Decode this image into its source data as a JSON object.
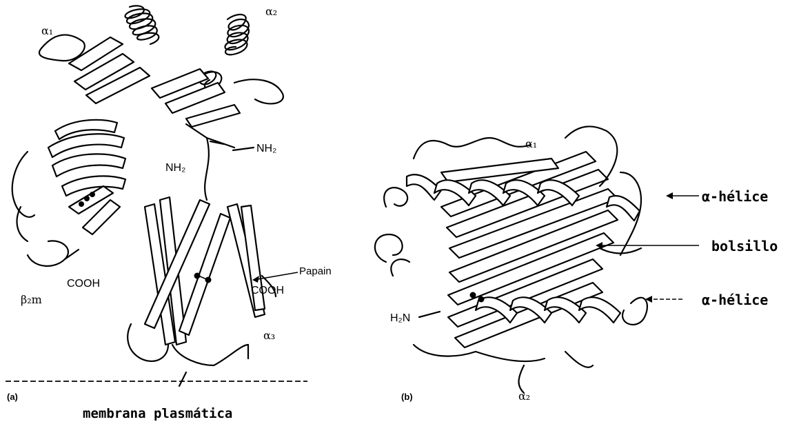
{
  "panel_a": {
    "panel_label": "(a)",
    "labels": {
      "alpha1": "α₁",
      "alpha2": "α₂",
      "alpha3": "α₃",
      "beta2m": "β₂m",
      "nh2_top": "NH₂",
      "nh2_mid": "NH₂",
      "cooh_left": "COOH",
      "cooh_right": "COOH",
      "papain": "Papain"
    },
    "membrane_label": "membrana plasmática"
  },
  "panel_b": {
    "panel_label": "(b)",
    "labels": {
      "alpha1": "α₁",
      "alpha2": "α₂",
      "h2n": "H₂N"
    },
    "callouts": {
      "helix_top": "α-hélice",
      "pocket": "bolsillo",
      "helix_bottom": "α-hélice"
    }
  }
}
